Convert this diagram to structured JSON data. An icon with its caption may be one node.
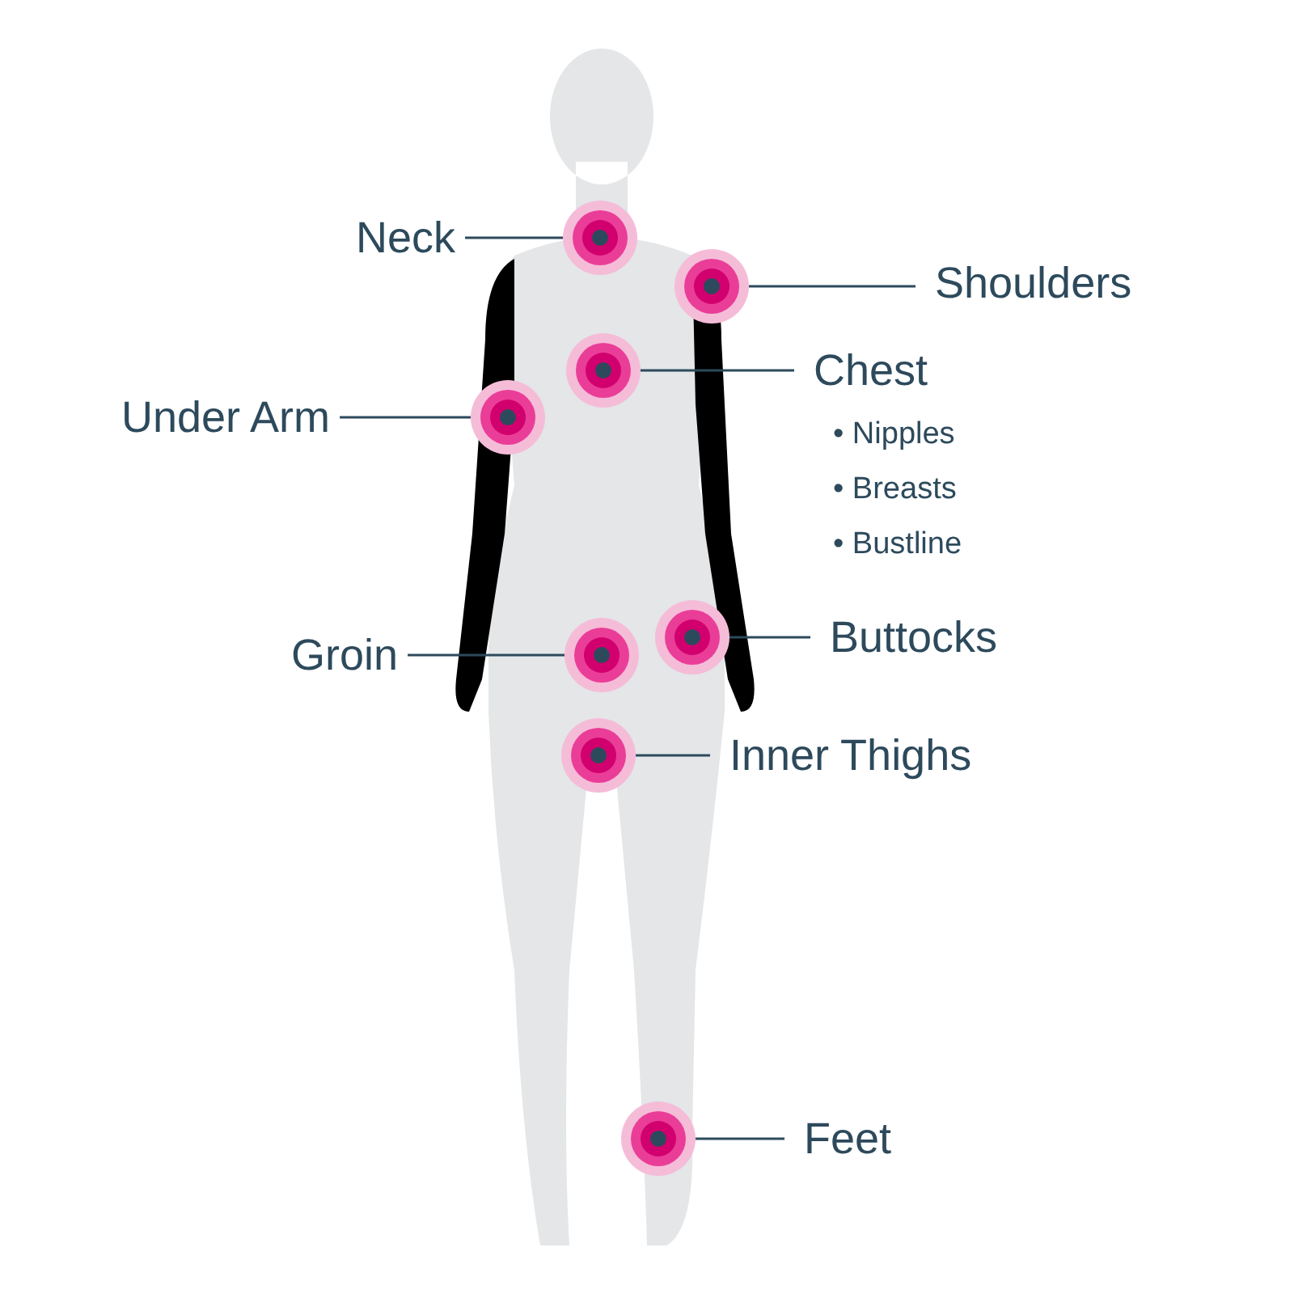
{
  "diagram": {
    "nodes": [
      {
        "text": [
          "Neck"
        ]
      },
      {
        "text": [],
        "shape": "circle"
      },
      {
        "text": [],
        "shape": "circle"
      },
      {
        "text": [
          "Shoulders"
        ]
      },
      {
        "text": [],
        "shape": "circle"
      },
      {
        "text": [
          "Chest"
        ]
      },
      {
        "text": [
          "Under Arm"
        ]
      },
      {
        "text": [],
        "shape": "circle"
      },
      {
        "text": [
          "Groin"
        ]
      },
      {
        "text": [],
        "shape": "circle"
      },
      {
        "text": [],
        "shape": "circle"
      },
      {
        "text": [
          "Buttocks"
        ]
      },
      {
        "text": [],
        "shape": "circle"
      },
      {
        "text": [
          "Inner Thighs"
        ]
      },
      {
        "text": [],
        "shape": "circle"
      },
      {
        "text": [
          "Feet"
        ]
      }
    ],
    "edges": [
      {
        "from": 0,
        "to": 1,
        "arrow": "none"
      },
      {
        "from": 3,
        "to": 2,
        "arrow": "none"
      },
      {
        "from": 5,
        "to": 4,
        "arrow": "none"
      },
      {
        "from": 6,
        "to": 7,
        "arrow": "none"
      },
      {
        "from": 8,
        "to": 9,
        "arrow": "none"
      },
      {
        "from": 11,
        "to": 10,
        "arrow": "none"
      },
      {
        "from": 13,
        "to": 12,
        "arrow": "none"
      },
      {
        "from": 15,
        "to": 14,
        "arrow": "none"
      }
    ],
    "labels": [
      "• Nipples",
      "• Breasts",
      "• Bustline"
    ]
  }
}
